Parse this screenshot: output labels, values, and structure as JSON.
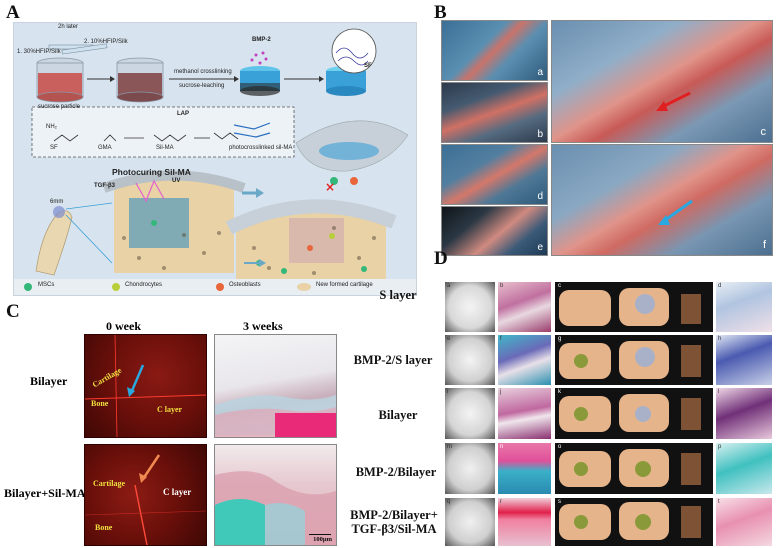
{
  "panels": {
    "A": {
      "letter": "A",
      "steps": {
        "two_h_later": "2h later",
        "step1": "1. 30%HFIP/Silk",
        "step2": "2. 10%HFIP/Silk",
        "sucrose_particle": "sucrose particle",
        "methanol": "methanol crosslinking",
        "sucrose_leaching": "sucrose-leaching",
        "bmp2": "BMP-2",
        "sf_zoom": "SF",
        "nh2": "NH₂",
        "lap": "LAP",
        "sf": "SF",
        "gma": "GMA",
        "silma": "Sil-MA",
        "photocrosslinked": "photocrosslinked sil-MA",
        "photocuring": "Photocuring Sil-MA",
        "uv": "UV",
        "tgf": "TGF-β3",
        "mm": "6mm"
      },
      "legend": [
        "MSCs",
        "Chondrocytes",
        "Osteoblasts",
        "New formed cartilage"
      ],
      "colors": {
        "background": "#d7e3ee",
        "scaffold_blue": "#3aa0d8",
        "bone": "#e8d2a6",
        "msc": "#33b87a",
        "chondro": "#b8cf3a",
        "osteo": "#e8663a"
      }
    },
    "B": {
      "letter": "B",
      "subpanels": [
        "a",
        "b",
        "c",
        "d",
        "e",
        "f"
      ],
      "arrow_colors": {
        "c": "#e02020",
        "f": "#2aa8e0"
      }
    },
    "C": {
      "letter": "C",
      "col_headers": [
        "0 week",
        "3 weeks"
      ],
      "rows": [
        "Bilayer",
        "Bilayer+Sil-MA"
      ],
      "tissue_labels": {
        "cartilage": "Cartilage",
        "bone": "Bone",
        "c_layer": "C layer"
      },
      "scale": "100μm"
    },
    "D": {
      "letter": "D",
      "rows": [
        "S layer",
        "BMP-2/S layer",
        "Bilayer",
        "BMP-2/Bilayer",
        "BMP-2/Bilayer+\nTGF-β3/Sil-MA"
      ],
      "tile_letters": [
        [
          "a",
          "b",
          "c",
          "d"
        ],
        [
          "e",
          "f",
          "g",
          "h"
        ],
        [
          "i",
          "j",
          "k",
          "l"
        ],
        [
          "m",
          "n",
          "o",
          "p"
        ],
        [
          "q",
          "r",
          "s",
          "t"
        ]
      ]
    }
  }
}
